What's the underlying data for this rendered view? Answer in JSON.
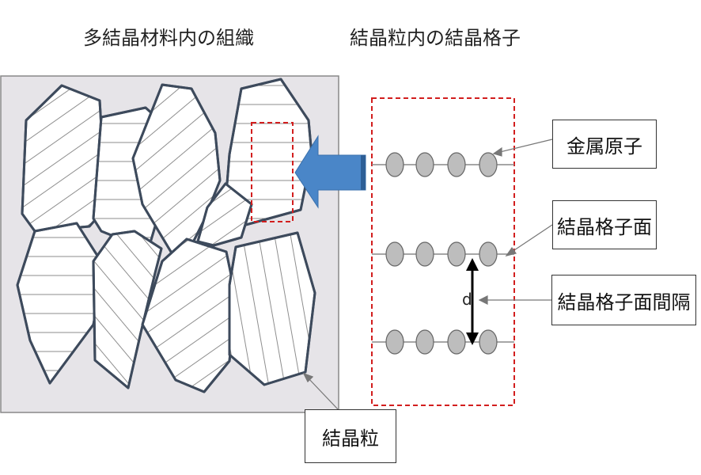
{
  "titles": {
    "left": "多結晶材料内の組織",
    "right": "結晶粒内の結晶格子"
  },
  "labels": {
    "metal_atom": "金属原子",
    "lattice_plane": "結晶格子面",
    "plane_spacing": "結晶格子面間隔",
    "grain": "結晶粒",
    "d_symbol": "d"
  },
  "colors": {
    "panel_fill": "#e6e4e8",
    "grain_stroke": "#3d4a5c",
    "hatch": "#8e8e8e",
    "dashed_red": "#d21e1e",
    "arrow_blue": "#4a86c8",
    "atom_fill": "#bdbdbd"
  },
  "lattice": {
    "rows": 3,
    "atoms_per_row": 4
  }
}
